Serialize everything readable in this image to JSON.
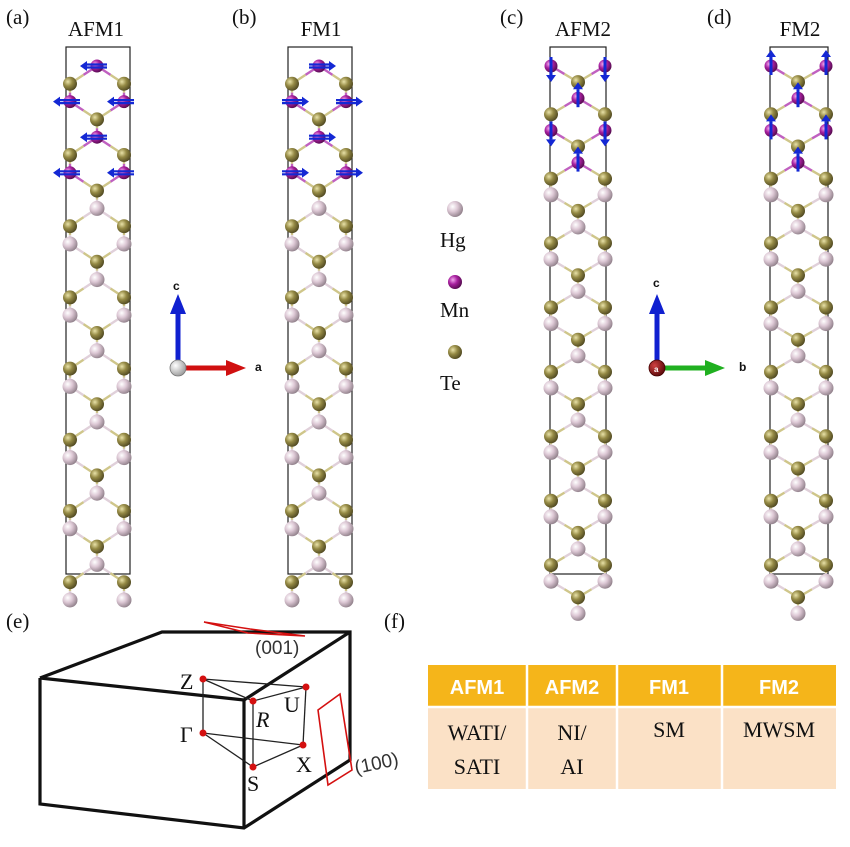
{
  "panels": [
    {
      "id": "a",
      "label": "(a)",
      "title": "AFM1",
      "axes": [
        "c",
        "a"
      ]
    },
    {
      "id": "b",
      "label": "(b)",
      "title": "FM1"
    },
    {
      "id": "c",
      "label": "(c)",
      "title": "AFM2",
      "axes": [
        "c",
        "b",
        "a"
      ]
    },
    {
      "id": "d",
      "label": "(d)",
      "title": "FM2"
    },
    {
      "id": "e",
      "label": "(e)"
    },
    {
      "id": "f",
      "label": "(f)"
    }
  ],
  "legend": [
    {
      "name": "Hg",
      "color": "#d9c4d1"
    },
    {
      "name": "Mn",
      "color": "#a0209a"
    },
    {
      "name": "Te",
      "color": "#8f8540"
    }
  ],
  "brillouin_zone": {
    "points": [
      "Z",
      "R",
      "U",
      "Γ",
      "X",
      "S"
    ],
    "planes": [
      "(001)",
      "(100)"
    ]
  },
  "table": {
    "headers": [
      "AFM1",
      "AFM2",
      "FM1",
      "FM2"
    ],
    "rows": [
      [
        "WATI/",
        "NI/",
        "SM",
        "MWSM"
      ],
      [
        "SATI",
        "AI",
        "",
        ""
      ]
    ],
    "header_color": "#f5b51a",
    "body_color": "#fbe1c6"
  }
}
